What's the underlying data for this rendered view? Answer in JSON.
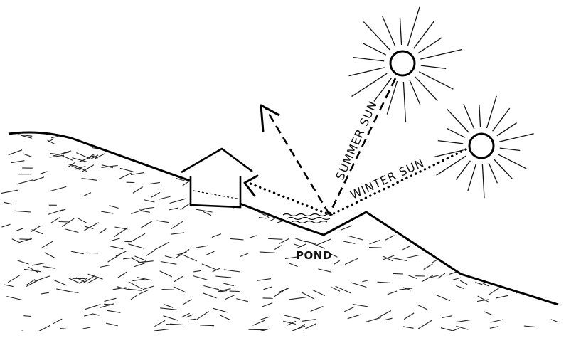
{
  "diagram": {
    "labels": {
      "summer_sun": "SUMMER SUN",
      "winter_sun": "WINTER SUN",
      "pond": "POND"
    }
  }
}
